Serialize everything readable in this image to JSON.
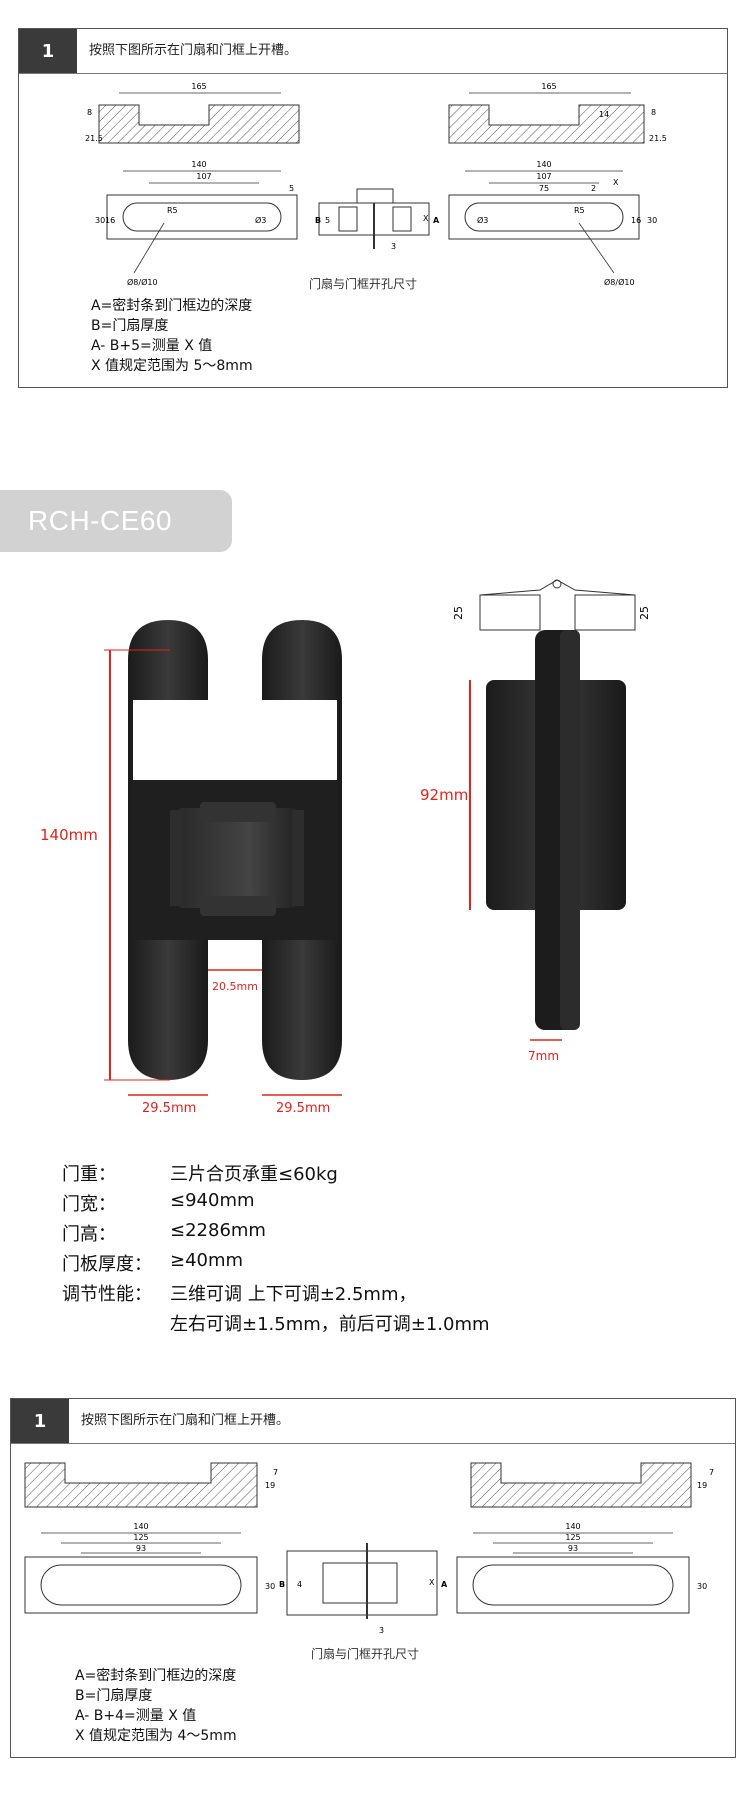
{
  "section1": {
    "step_number": "1",
    "step_text": "按照下图所示在门扇和门框上开槽。",
    "caption": "门扇与门框开孔尺寸",
    "notes": [
      "A=密封条到门框边的深度",
      "B=门扇厚度",
      "A-  B+5=测量 X 值",
      "X 值规定范围为 5～8mm"
    ],
    "dims": {
      "top_width": "165",
      "top_depth": "8",
      "top_height": "21.5",
      "inner_depth": "14",
      "plan_140": "140",
      "plan_107": "107",
      "plan_75": "75",
      "r": "R5",
      "hole": "Ø3",
      "d5": "5",
      "d30": "30",
      "d16": "16",
      "d3": "3",
      "dia": "Ø8/Ø10",
      "two": "2",
      "A": "A",
      "B": "B",
      "X": "X",
      "five": "5"
    }
  },
  "badge": "RCH-CE60",
  "hinge": {
    "dim_140": "140mm",
    "dim_20_5": "20.5mm",
    "dim_29_5_left": "29.5mm",
    "dim_29_5_right": "29.5mm",
    "dim_92": "92mm",
    "dim_7": "7mm",
    "dim_25_left": "25",
    "dim_25_right": "25"
  },
  "specs": [
    {
      "label": "门重：",
      "value": "三片合页承重≤60kg"
    },
    {
      "label": "门宽：",
      "value": "≤940mm"
    },
    {
      "label": "门高：",
      "value": "≤2286mm"
    },
    {
      "label": "门板厚度：",
      "value": "≥40mm"
    },
    {
      "label": "调节性能：",
      "value": "三维可调 上下可调±2.5mm，"
    },
    {
      "label": "",
      "value": "左右可调±1.5mm，前后可调±1.0mm"
    }
  ],
  "section2": {
    "step_number": "1",
    "step_text": "按照下图所示在门扇和门框上开槽。",
    "caption": "门扇与门框开孔尺寸",
    "notes": [
      "A=密封条到门框边的深度",
      "B=门扇厚度",
      "A-  B+4=测量 X 值",
      "X 值规定范围为 4～5mm"
    ],
    "dims": {
      "d140": "140",
      "d125": "125",
      "d93": "93",
      "d30": "30",
      "d19": "19",
      "d7": "7",
      "d4": "4",
      "d3": "3",
      "A": "A",
      "B": "B",
      "X": "X"
    }
  }
}
